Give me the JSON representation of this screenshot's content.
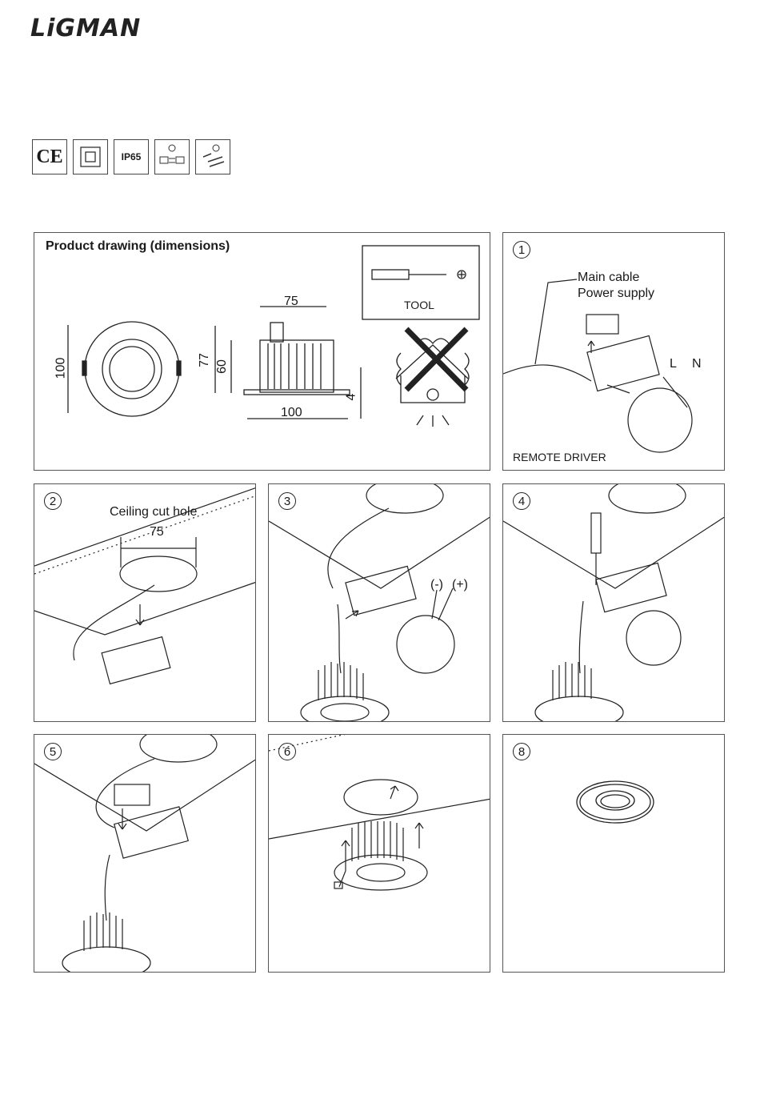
{
  "brand": {
    "name": "LiGMAN"
  },
  "certifications": [
    "CE",
    "Class II",
    "IP65",
    "interchangeable-icon",
    "replaceable-icon"
  ],
  "product_drawing": {
    "title": "Product drawing (dimensions)",
    "dims": {
      "width_top": "75",
      "height_left": "100",
      "height_77": "77",
      "height_60": "60",
      "bottom": "100",
      "rim": "4"
    },
    "tool_label": "TOOL"
  },
  "steps": [
    {
      "number": "1",
      "labels": {
        "cable": "Main cable",
        "supply": "Power supply",
        "l": "L",
        "n": "N",
        "driver": "REMOTE DRIVER"
      }
    },
    {
      "number": "2",
      "labels": {
        "hole": "Ceiling cut hole",
        "size": "75"
      }
    },
    {
      "number": "3",
      "labels": {
        "minus": "(-)",
        "plus": "(+)"
      }
    },
    {
      "number": "4"
    },
    {
      "number": "5"
    },
    {
      "number": "6"
    },
    {
      "number": "8"
    }
  ]
}
